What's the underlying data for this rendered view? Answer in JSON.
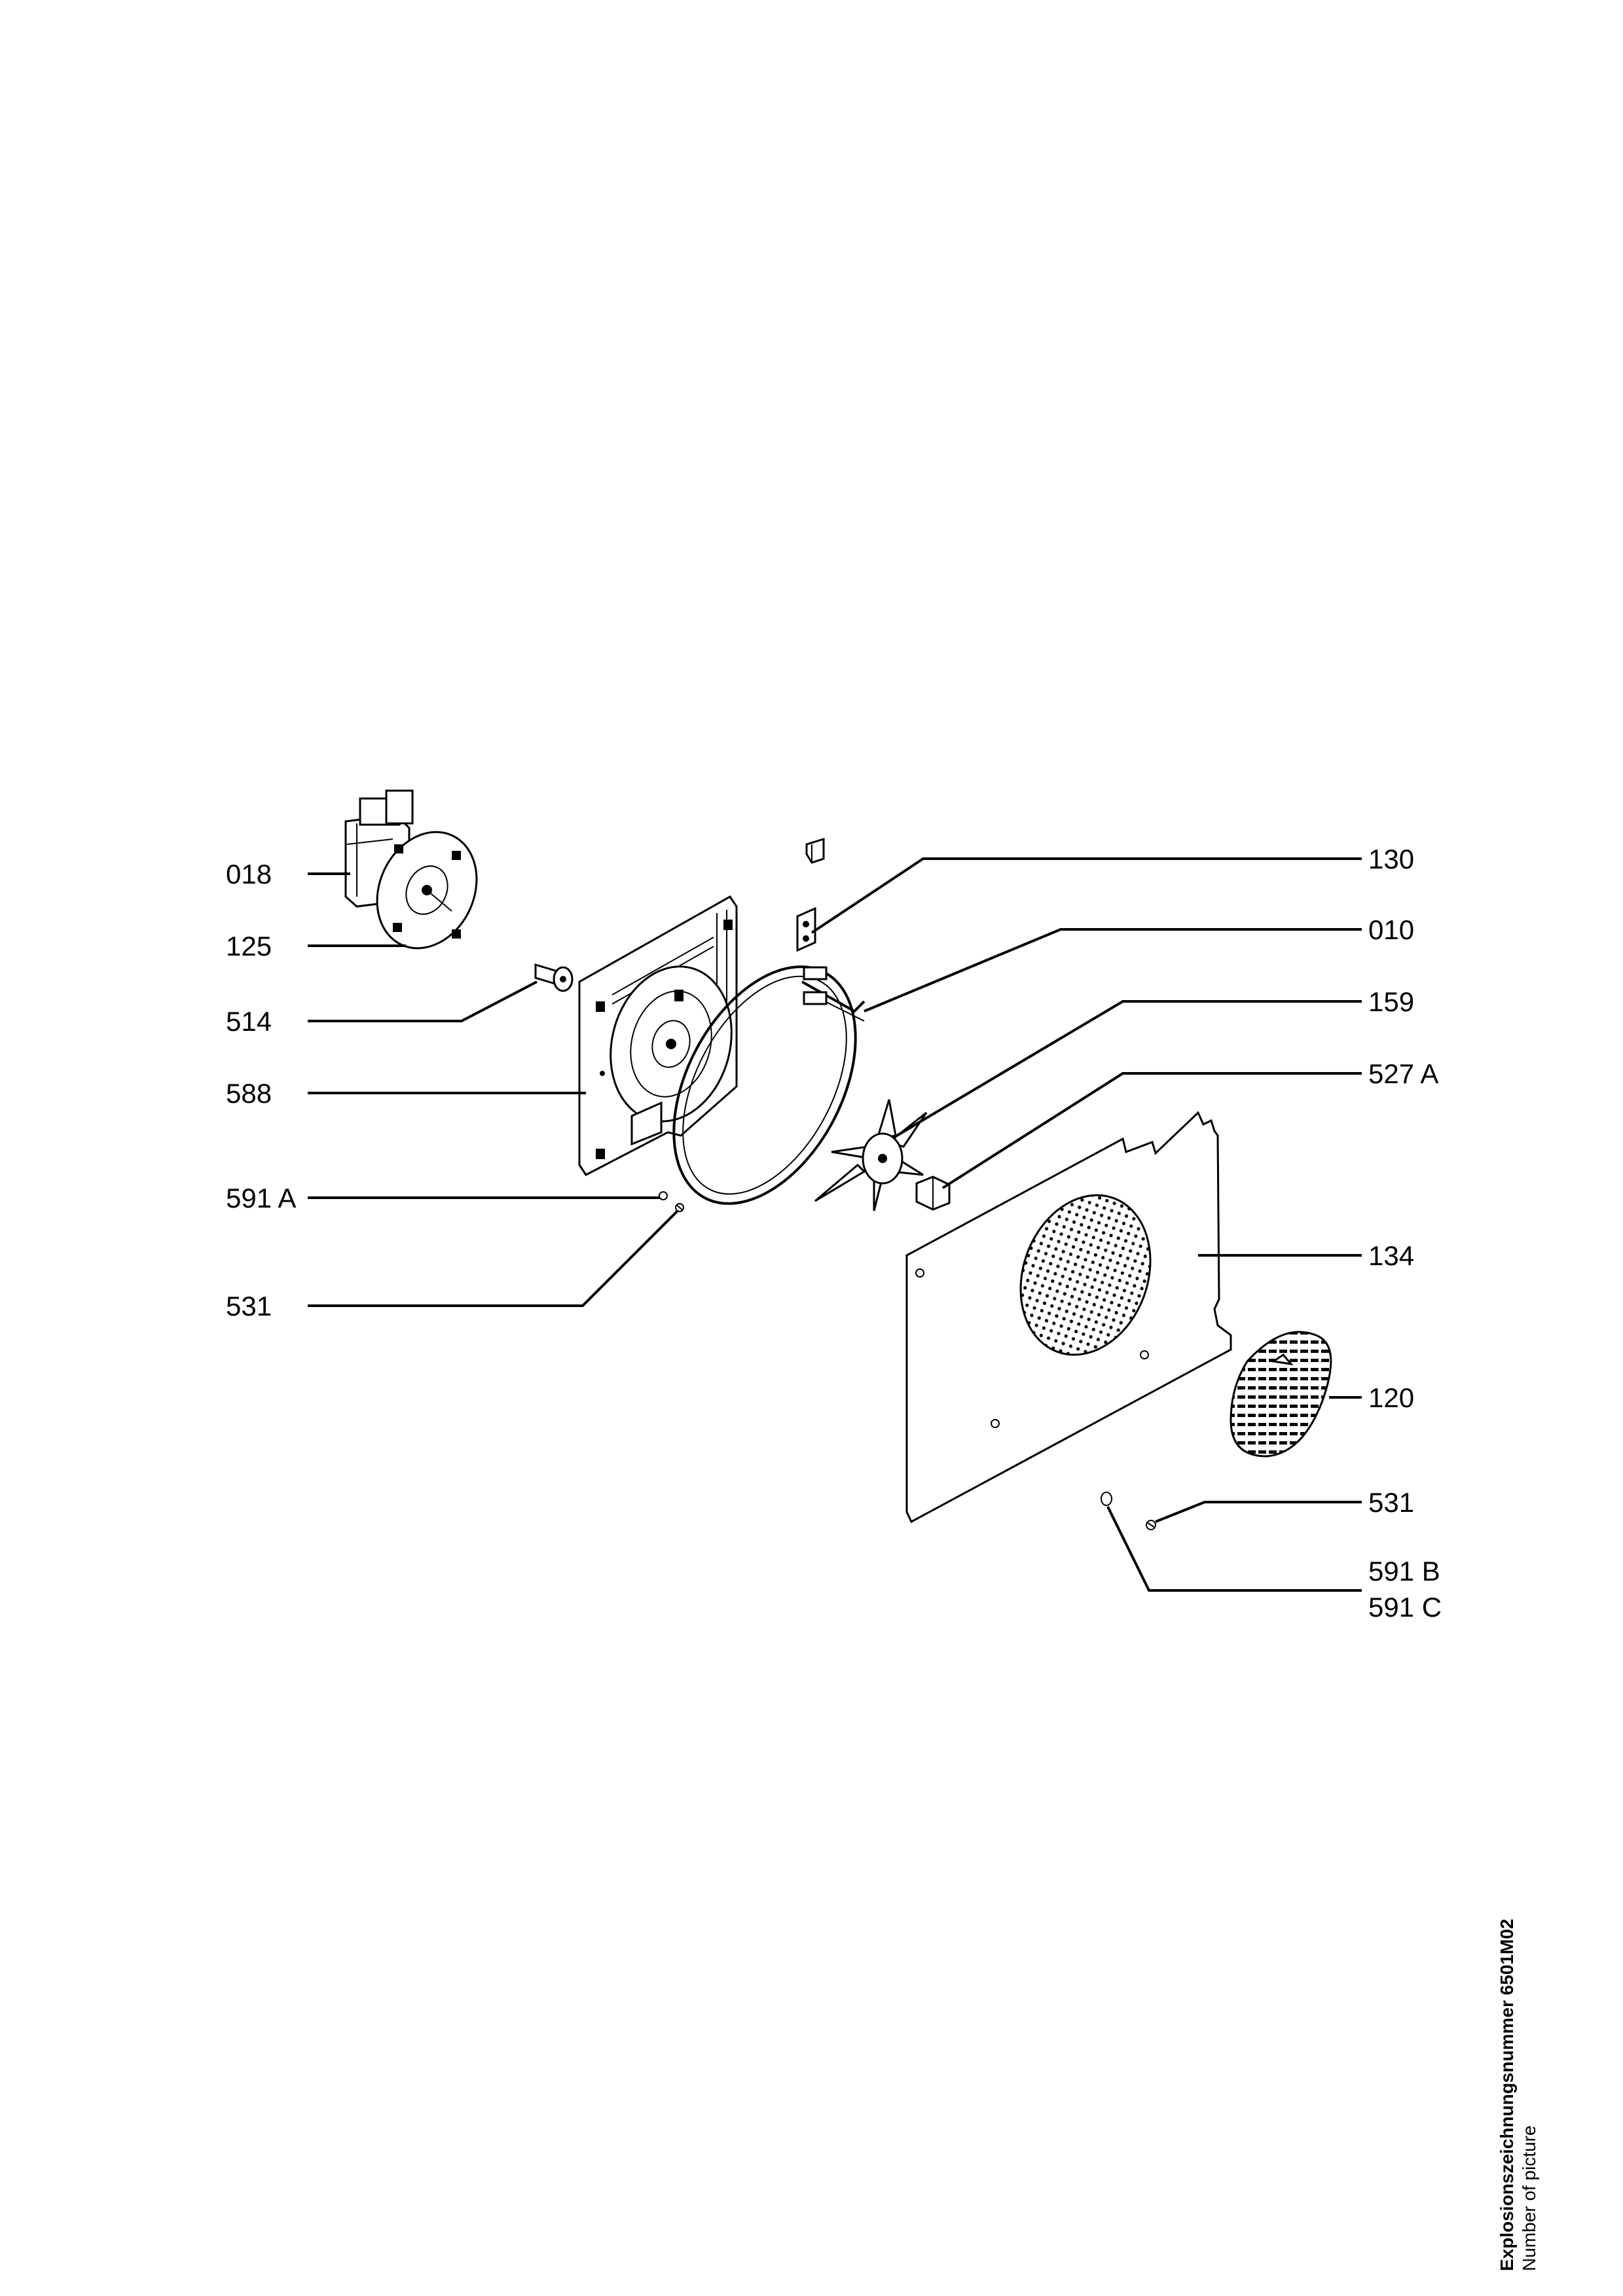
{
  "labels": {
    "p018": "018",
    "p125": "125",
    "p514": "514",
    "p588": "588",
    "p591a": "591 A",
    "p531_left": "531",
    "p130": "130",
    "p010": "010",
    "p159": "159",
    "p527a": "527 A",
    "p134": "134",
    "p120": "120",
    "p531_right": "531",
    "p591b": "591 B",
    "p591c": "591 C"
  },
  "caption": {
    "line1": "Explosionszeichnungsnummer 6501M02",
    "line2": "Number of picture"
  }
}
